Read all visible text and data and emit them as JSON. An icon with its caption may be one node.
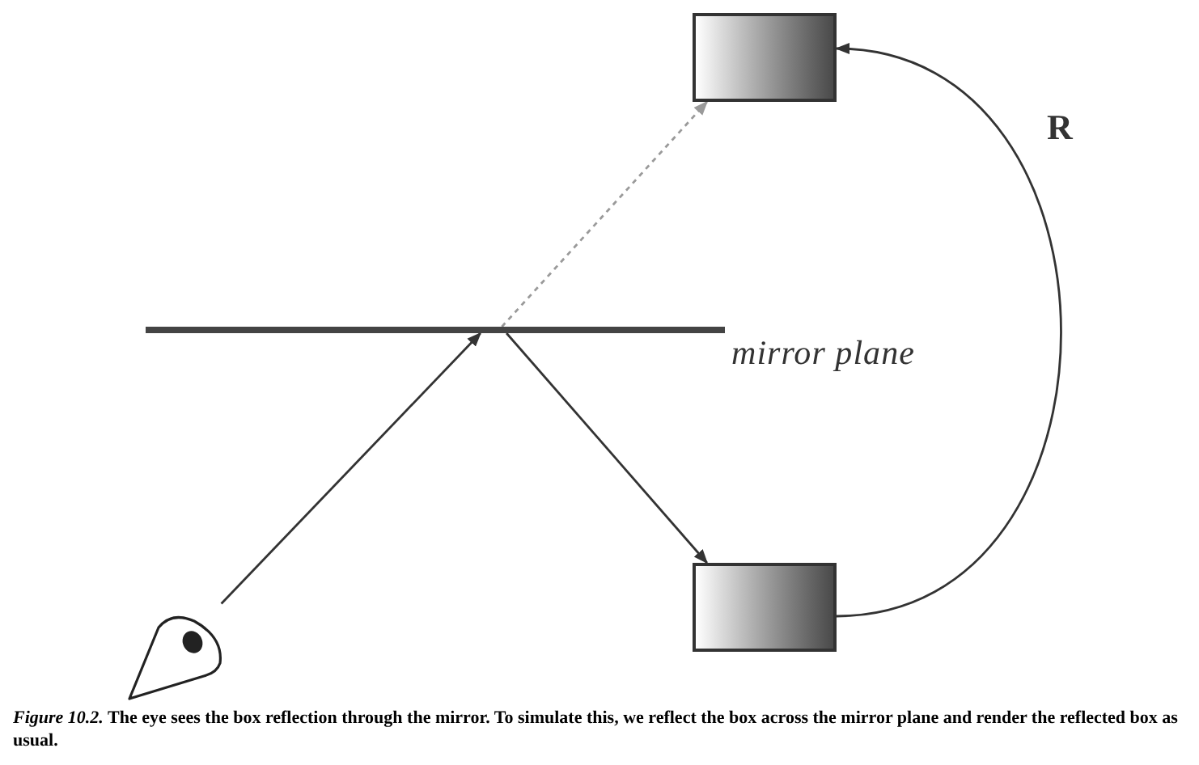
{
  "diagram": {
    "caption": "*Figure 10.2.* The eye sees the box reflection through the mirror. To simulate this, we reflect the box across the mirror plane and render the reflected box as usual.",
    "nodes": [
      {
        "text": [],
        "shape": "box"
      },
      {
        "text": [],
        "shape": "bar",
        "beside": [
          "mirror plane"
        ]
      },
      {
        "text": [],
        "shape": "box"
      },
      {
        "text": [],
        "shape": "eye"
      }
    ],
    "edges": [
      {
        "from": 3,
        "to": 1,
        "arrow": "to"
      },
      {
        "from": 1,
        "to": 2,
        "arrow": "to"
      },
      {
        "from": 1,
        "to": 0,
        "arrow": "to",
        "style": "dashed",
        "color": "#9a9a9a"
      },
      {
        "from": 2,
        "to": 0,
        "arrow": "to",
        "label": "R"
      }
    ]
  }
}
